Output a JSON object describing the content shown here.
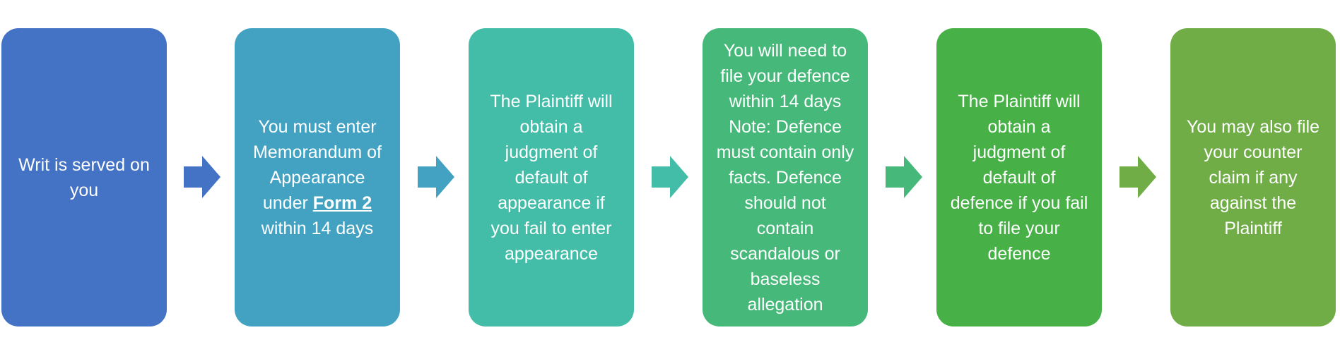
{
  "colors": {
    "step1": "#4472c4",
    "step2": "#43a2c2",
    "step3": "#43bda7",
    "step4": "#46b97a",
    "step5": "#47b046",
    "step6": "#70ad47"
  },
  "steps": [
    {
      "text": "Writ is served on you"
    },
    {
      "text_before": "You must enter Memorandum of Appearance under ",
      "link": "Form 2",
      "text_after": " within 14 days"
    },
    {
      "text": "The Plaintiff will obtain a judgment of default of appearance if you fail to enter appearance"
    },
    {
      "text": "You will need to file your defence within 14 days Note: Defence must contain only facts. Defence should not contain scandalous or baseless allegation"
    },
    {
      "text": "The Plaintiff will obtain a judgment of default of defence if you fail to file your defence"
    },
    {
      "text": "You may also file your counter claim if any against the Plaintiff"
    }
  ],
  "arrows": [
    {
      "icon": "right-arrow-icon",
      "color": "#4472c4"
    },
    {
      "icon": "right-arrow-icon",
      "color": "#43a2c2"
    },
    {
      "icon": "right-arrow-icon",
      "color": "#43bda7"
    },
    {
      "icon": "right-arrow-icon",
      "color": "#46b97a"
    },
    {
      "icon": "right-arrow-icon",
      "color": "#70ad47"
    }
  ]
}
